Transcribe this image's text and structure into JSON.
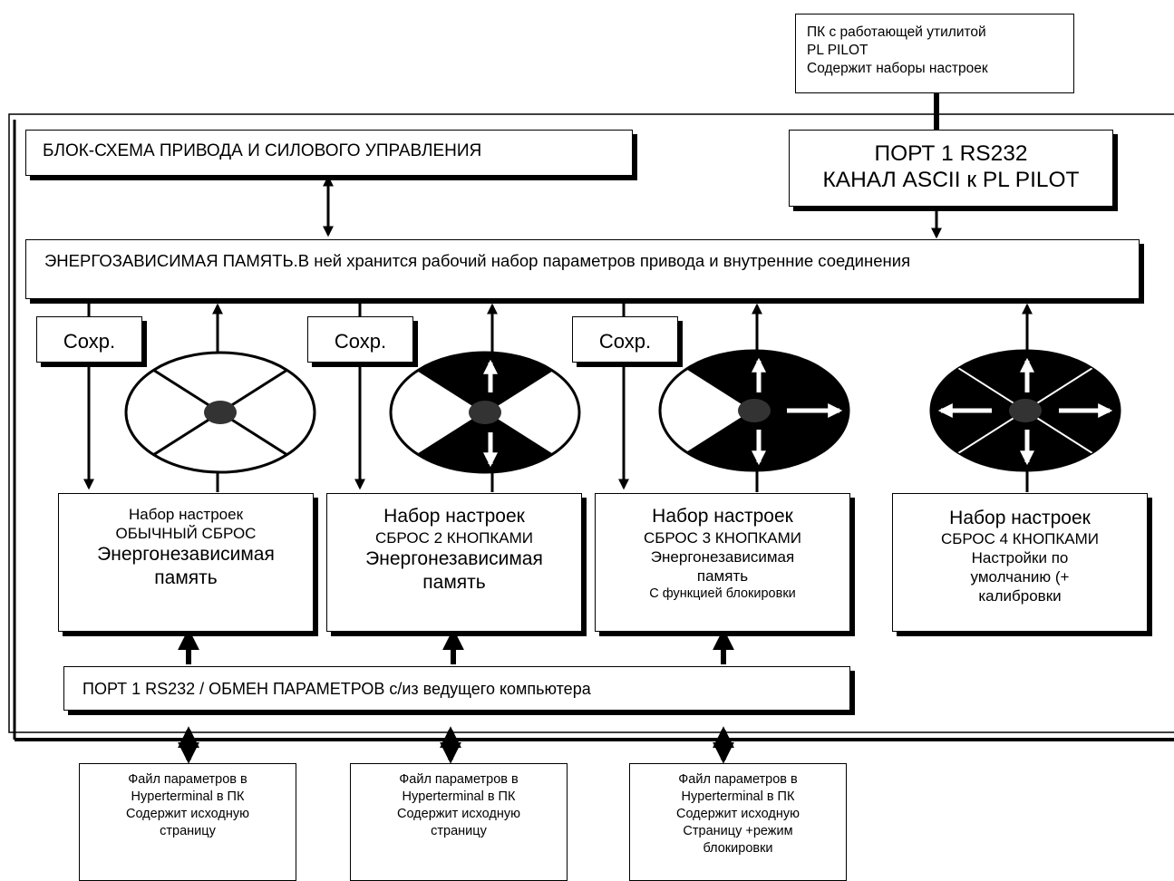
{
  "pc_pilot": {
    "line1": "ПК с работающей утилитой",
    "line2": "PL PILOT",
    "line3": "Содержит наборы настроек"
  },
  "block_diagram": {
    "title": "БЛОК-СХЕМА ПРИВОДА И СИЛОВОГО УПРАВЛЕНИЯ"
  },
  "port_pilot": {
    "line1": "ПОРТ 1 RS232",
    "line2": "КАНАЛ ASCII к PL PILOT"
  },
  "volatile_memory": {
    "text": "ЭНЕРГОЗАВИСИМАЯ ПАМЯТЬ.В ней хранится рабочий набор параметров привода и внутренние соединения"
  },
  "save_label": "Сохр.",
  "sets": [
    {
      "line1": "Набор настроек",
      "line2": "ОБЫЧНЫЙ СБРОС",
      "line3": "Энергонезависимая",
      "line4": "память"
    },
    {
      "line1": "Набор настроек",
      "line2": "СБРОС 2 КНОПКАМИ",
      "line3": "Энергонезависимая",
      "line4": "память"
    },
    {
      "line1": "Набор настроек",
      "line2": "СБРОС 3 КНОПКАМИ",
      "line3": "Энергонезависимая",
      "line4": "память",
      "line5": "С функцией блокировки"
    },
    {
      "line1": "Набор настроек",
      "line2": "СБРОС 4 КНОПКАМИ",
      "line3": "Настройки по",
      "line4": "умолчанию (+",
      "line5": "калибровки"
    }
  ],
  "port_exchange": {
    "text": "ПОРТ 1 RS232  / ОБМЕН ПАРАМЕТРОВ с/из ведущего компьютера"
  },
  "files": [
    {
      "line1": "Файл параметров в",
      "line2": "Hyperterminal в ПК",
      "line3": "Содержит исходную",
      "line4": "страницу"
    },
    {
      "line1": "Файл параметров в",
      "line2": "Hyperterminal в ПК",
      "line3": "Содержит исходную",
      "line4": "страницу"
    },
    {
      "line1": "Файл параметров в",
      "line2": "Hyperterminal в ПК",
      "line3": "Содержит исходную",
      "line4": "Страницу +режим",
      "line5": "блокировки"
    }
  ],
  "colors": {
    "line": "#000000",
    "fill_dark": "#000000",
    "hub": "#333333",
    "background": "#ffffff"
  }
}
